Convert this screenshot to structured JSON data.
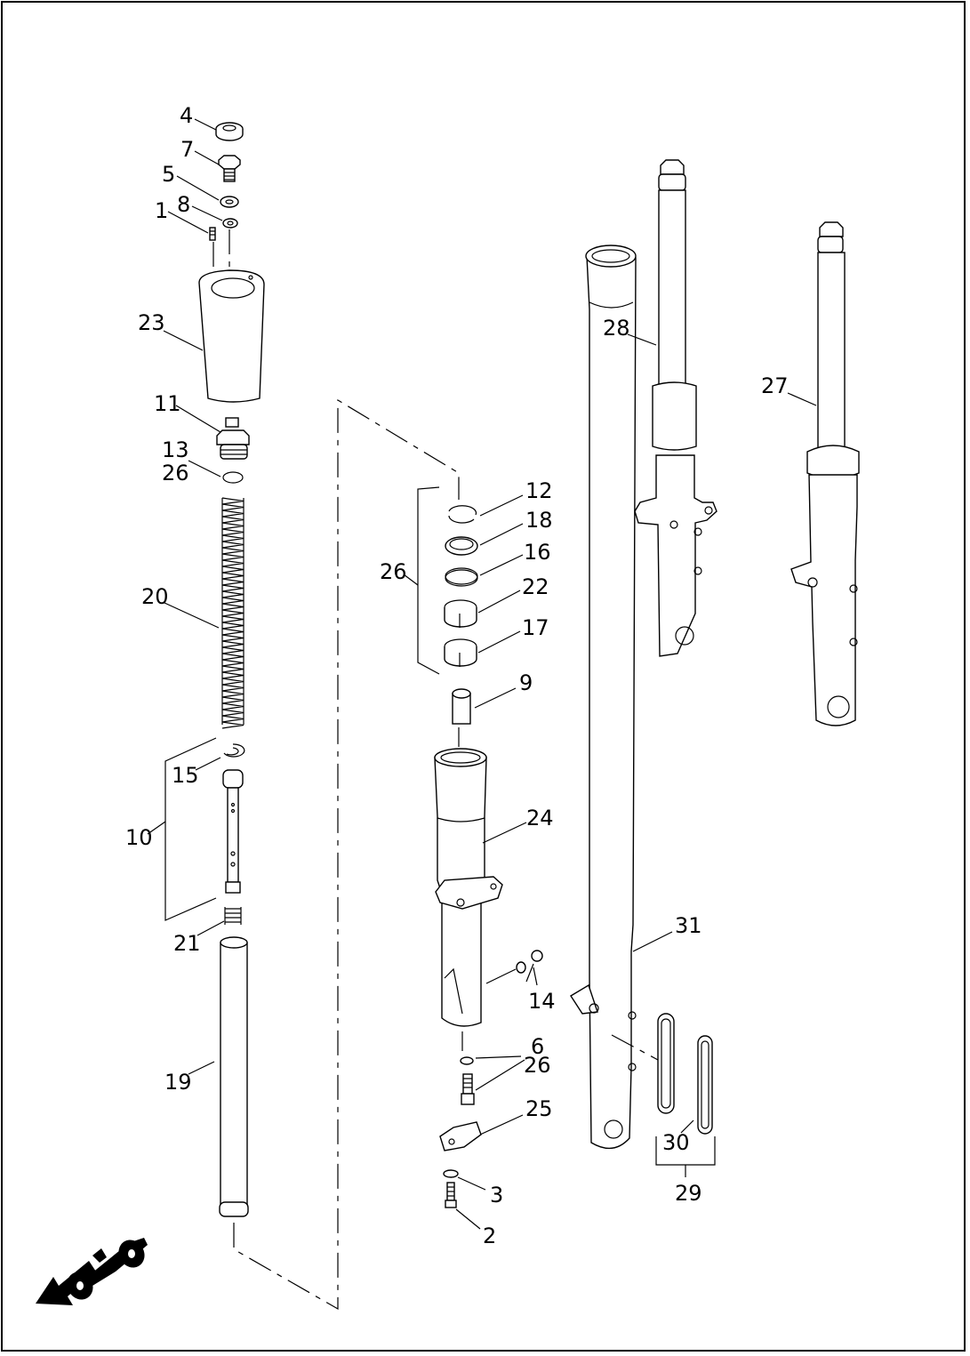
{
  "labels": {
    "p1": "1",
    "p2": "2",
    "p3": "3",
    "p4": "4",
    "p5": "5",
    "p6": "6",
    "p7": "7",
    "p8": "8",
    "p9": "9",
    "p10": "10",
    "p11": "11",
    "p12": "12",
    "p13": "13",
    "p14": "14",
    "p15": "15",
    "p16": "16",
    "p17": "17",
    "p18": "18",
    "p19": "19",
    "p20": "20",
    "p21": "21",
    "p22": "22",
    "p23": "23",
    "p24": "24",
    "p25": "25",
    "p26a": "26",
    "p26b": "26",
    "p26c": "26",
    "p27": "27",
    "p28": "28",
    "p29": "29",
    "p30": "30",
    "p31": "31"
  },
  "icons": {
    "direction": "motorcycle-front-arrow-icon"
  },
  "colors": {
    "line": "#000000",
    "background": "#ffffff"
  }
}
